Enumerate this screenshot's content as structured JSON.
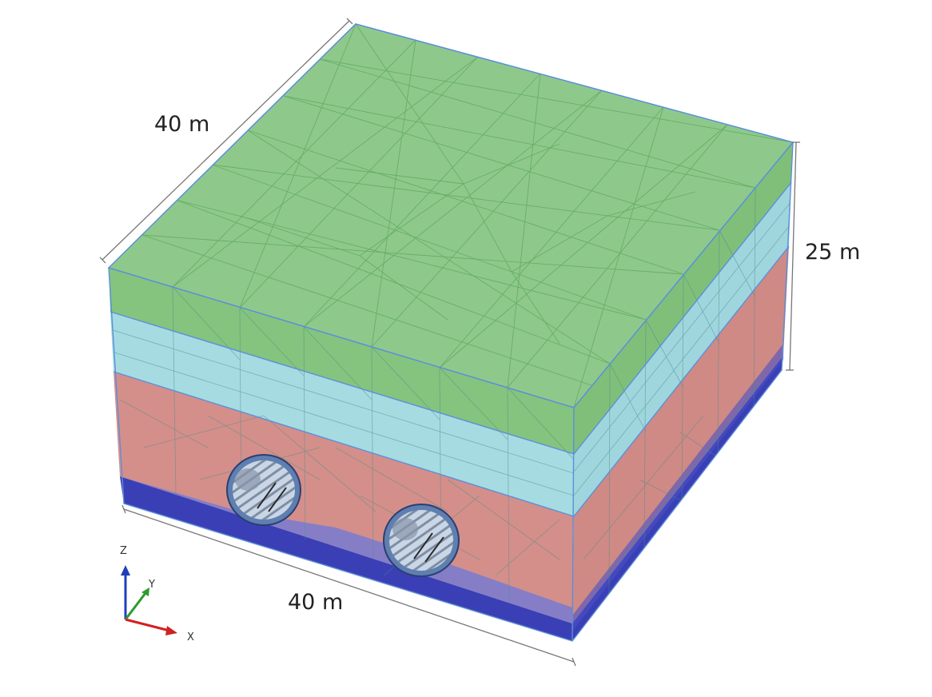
{
  "dimensions": {
    "depth": "40 m",
    "width": "40 m",
    "height": "25 m"
  },
  "axes": {
    "z": "Z",
    "y": "Y",
    "x": "X"
  },
  "layers": [
    {
      "name": "top-soil-layer",
      "color": "#8ec98b"
    },
    {
      "name": "middle-soil-layer",
      "color": "#a9dde4"
    },
    {
      "name": "lower-soil-layer",
      "color": "#d6938f"
    },
    {
      "name": "base-layer",
      "color": "#3a3fb2"
    }
  ],
  "tunnels": {
    "count": 2
  },
  "colors": {
    "mesh_green": "#5ea85a",
    "mesh_cyan": "#6fbccb",
    "mesh_red": "#b8726d",
    "outline": "#5b8fd9",
    "axis_z": "#1f3fb8",
    "axis_y": "#2e9a2e",
    "axis_x": "#d22020"
  }
}
